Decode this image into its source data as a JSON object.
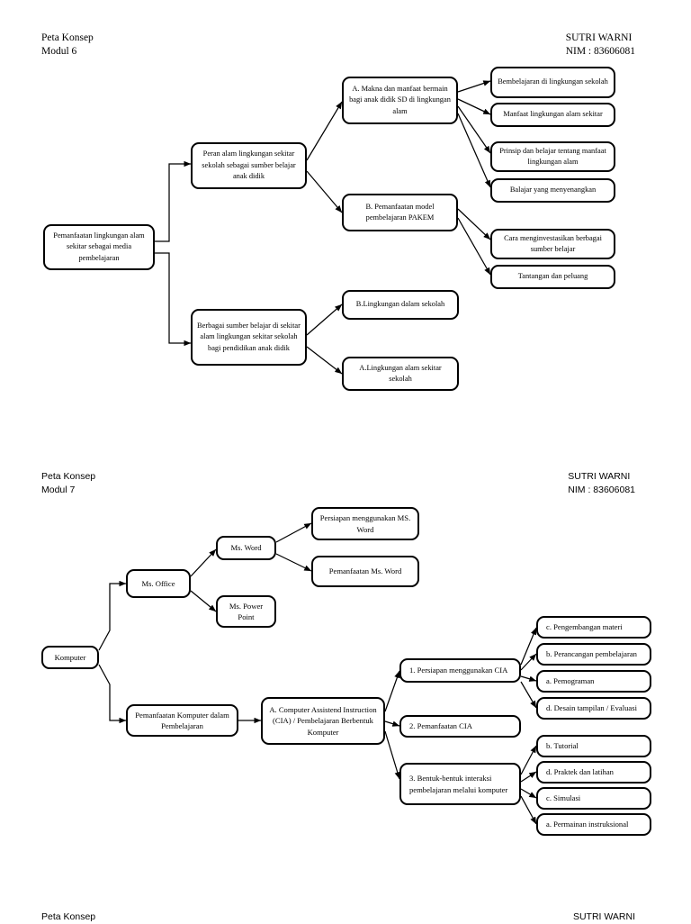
{
  "document": {
    "title": "Peta Konsep",
    "author": "SUTRI WARNI",
    "nim": "NIM : 83606081"
  },
  "headers": [
    {
      "id": "h1",
      "left": "Peta Konsep\nModul 6",
      "right": "SUTRI WARNI\nNIM : 83606081"
    },
    {
      "id": "h2",
      "left": "Peta Konsep\nModul 7",
      "right": "SUTRI WARNI\nNIM : 83606081"
    },
    {
      "id": "h3",
      "left": "Peta Konsep",
      "right": "SUTRI WARNI"
    }
  ],
  "diagram1": {
    "title": "Peta Konsep Modul 6",
    "root": "Pemanfaatan lingkungan alam sekitar sebagai media pembelajaran",
    "branch_upper": "Peran alam lingkungan sekitar sekolah sebagai sumber belajar anak didik",
    "branch_lower": "Berbagai sumber belajar di sekitar alam lingkungan sekitar sekolah bagi pendidikan anak didik",
    "sub_a": "A.  Makna dan manfaat bermain bagi anak didik SD di lingkungan alam",
    "sub_b": "B.  Pemanfaatan model pembelajaran PAKEM",
    "leaves_a": [
      "Bembelajaran di lingkungan sekolah",
      "Manfaat lingkungan alam sekitar",
      "Prinsip dan belajar tentang manfaat lingkungan alam",
      "Balajar yang menyenangkan"
    ],
    "leaves_b": [
      "Cara menginvestasikan berbagai sumber belajar",
      "Tantangan dan peluang"
    ],
    "leaves_lower": [
      "B.Lingkungan dalam sekolah",
      "A.Lingkungan alam sekitar sekolah"
    ]
  },
  "diagram2": {
    "title": "Peta Konsep Modul 7",
    "root": "Komputer",
    "branch_office": "Ms. Office",
    "branch_pemanfaatan": "Pemanfaatan Komputer dalam Pembelajaran",
    "office_children": [
      "Ms. Word",
      "Ms. Power Point"
    ],
    "word_children": [
      "Persiapan menggunakan MS. Word",
      "Pemanfaatan Ms. Word"
    ],
    "cia": "A. Computer Assistend Instruction (CIA) / Pembelajaran Berbentuk Komputer",
    "cia_children": [
      "1.   Persiapan menggunakan CIA",
      "2. Pemanfaatan CIA",
      "3.  Bentuk-bentuk interaksi pembelajaran melalui komputer"
    ],
    "persiapan_children": [
      "c.   Pengembangan materi",
      "b.  Perancangan pembelajaran",
      "a.   Pemograman",
      "d.  Desain tampilan / Evaluasi"
    ],
    "interaksi_children": [
      "b.   Tutorial",
      "d.  Praktek dan latihan",
      "c.  Simulasi",
      "a.   Permainan instruksional"
    ]
  },
  "style": {
    "node_border": "#000000",
    "background": "#ffffff",
    "text_color": "#000000"
  }
}
